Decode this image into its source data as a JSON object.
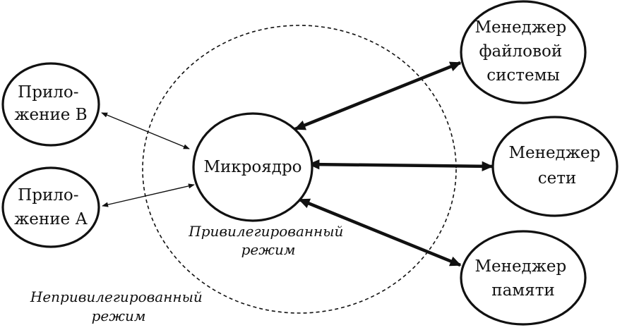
{
  "nodes": {
    "microkernel": {
      "lines": [
        "Микроядро"
      ]
    },
    "app_b": {
      "lines": [
        "Прило-",
        "жение В"
      ]
    },
    "app_a": {
      "lines": [
        "Прило-",
        "жение А"
      ]
    },
    "fs_manager": {
      "lines": [
        "Менеджер",
        "файловой",
        "системы"
      ]
    },
    "net_manager": {
      "lines": [
        "Менеджер",
        "сети"
      ]
    },
    "mem_manager": {
      "lines": [
        "Менеджер",
        "памяти"
      ]
    }
  },
  "zones": {
    "privileged": {
      "lines": [
        "Привилегированный",
        "режим"
      ]
    },
    "unprivileged": {
      "lines": [
        "Непривилегированный",
        "режим"
      ]
    }
  }
}
